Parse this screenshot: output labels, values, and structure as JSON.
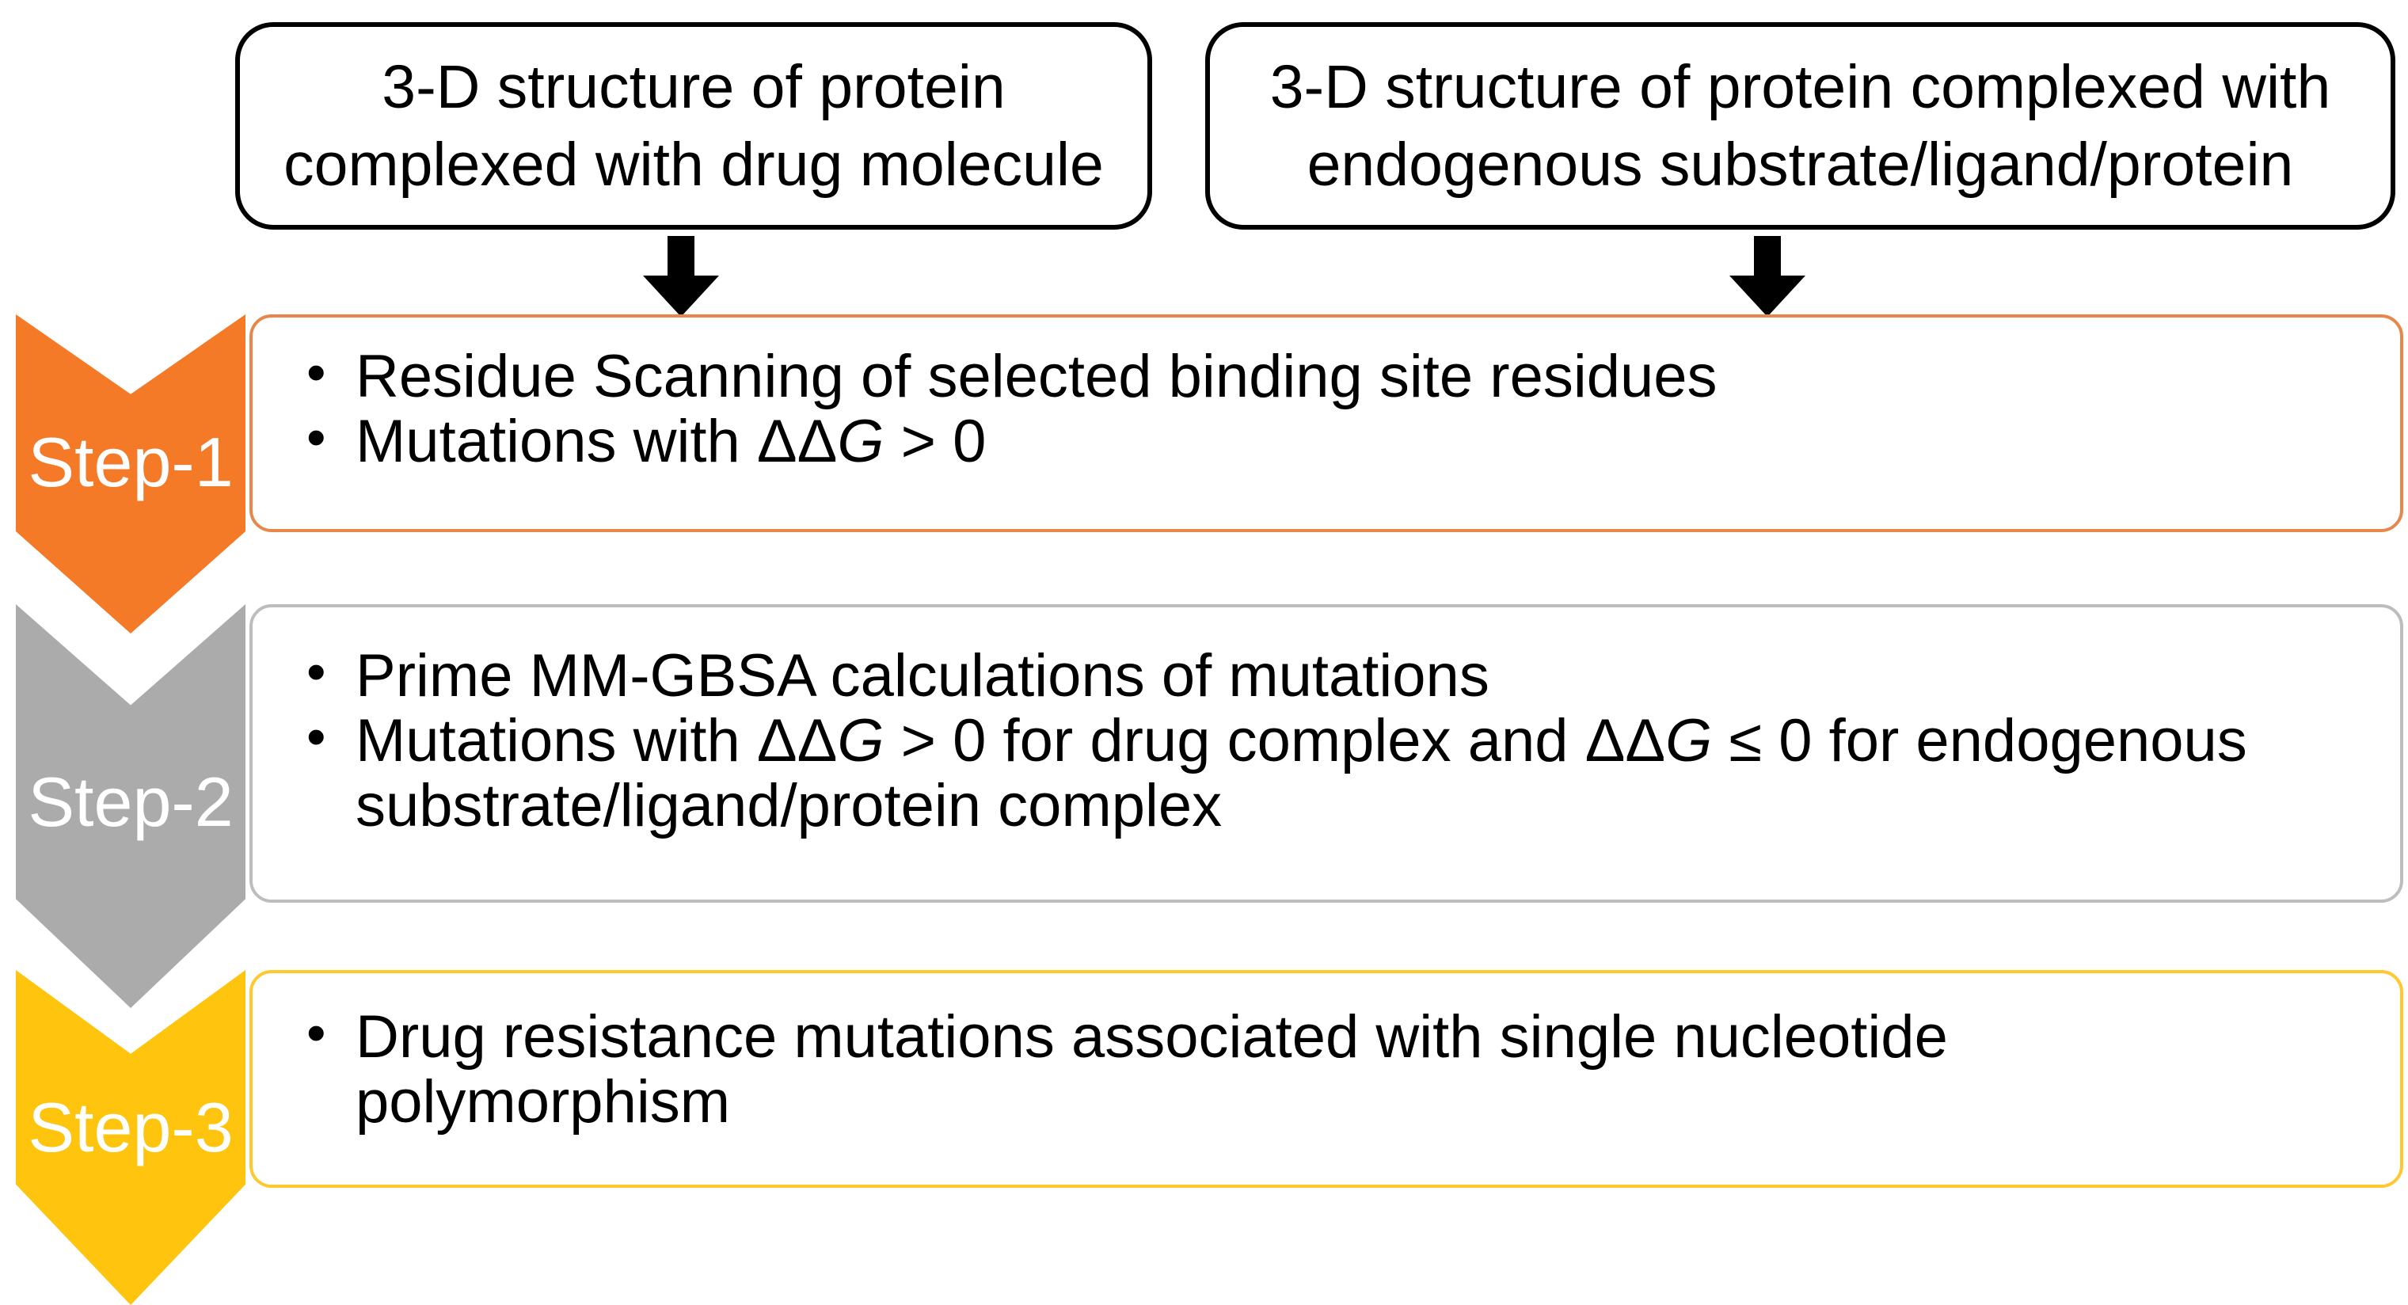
{
  "figure": {
    "background_color": "#FFFFFF",
    "text_color": "#000000",
    "arrow_color": "#000000",
    "step_label_text_color": "#FFFFFF"
  },
  "top_boxes": [
    {
      "id": "drug-complex",
      "lines": [
        "3-D structure of protein",
        "complexed with drug molecule"
      ],
      "full_text": "3-D structure of protein complexed with drug molecule"
    },
    {
      "id": "endogenous-complex",
      "lines": [
        "3-D structure of protein complexed with",
        "endogenous substrate/ligand/protein"
      ],
      "full_text": "3-D structure of protein complexed with endogenous substrate/ligand/protein"
    }
  ],
  "arrows": [
    {
      "icon": "down-arrow-icon",
      "from": "drug-complex",
      "to": "step-1"
    },
    {
      "icon": "down-arrow-icon",
      "from": "endogenous-complex",
      "to": "step-1"
    }
  ],
  "steps": [
    {
      "label": "Step-1",
      "chevron_color": "#F57A28",
      "border_color": "#E8874A",
      "bullets": [
        [
          {
            "text": "Residue Scanning of selected binding site residues"
          }
        ],
        [
          {
            "text": "Mutations with ΔΔ"
          },
          {
            "text": "G",
            "italic": true
          },
          {
            "text": " > 0"
          }
        ]
      ]
    },
    {
      "label": "Step-2",
      "chevron_color": "#ABABAB",
      "border_color": "#BDBDBD",
      "bullets": [
        [
          {
            "text": "Prime MM-GBSA calculations of mutations"
          }
        ],
        [
          {
            "text": "Mutations with ΔΔ"
          },
          {
            "text": "G",
            "italic": true
          },
          {
            "text": " > 0 for drug complex and ΔΔ"
          },
          {
            "text": "G",
            "italic": true
          },
          {
            "text": " ≤ 0 for endogenous"
          },
          {
            "break": true
          },
          {
            "text": "substrate/ligand/protein complex"
          }
        ]
      ]
    },
    {
      "label": "Step-3",
      "chevron_color": "#FEC40E",
      "border_color": "#FFC82E",
      "bullets": [
        [
          {
            "text": "Drug resistance mutations associated with single nucleotide"
          },
          {
            "break": true
          },
          {
            "text": "polymorphism"
          }
        ]
      ]
    }
  ]
}
